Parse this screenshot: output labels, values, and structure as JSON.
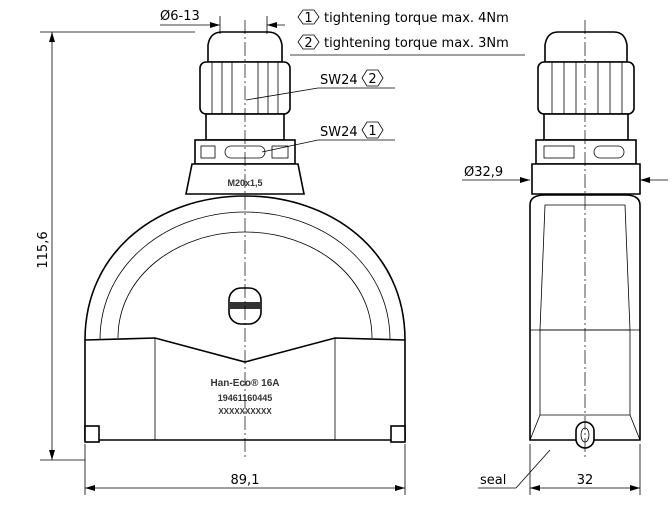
{
  "dimensions": {
    "cable_range": "Ø6-13",
    "height": "115,6",
    "width_front": "89,1",
    "diameter_side": "Ø32,9",
    "width_side": "32"
  },
  "notes": [
    {
      "marker": "1",
      "text": "tightening torque max. 4Nm"
    },
    {
      "marker": "2",
      "text": "tightening torque max. 3Nm"
    }
  ],
  "callouts": {
    "sw2": "SW24",
    "sw2_marker": "2",
    "sw1": "SW24",
    "sw1_marker": "1",
    "seal": "seal"
  },
  "product_label": {
    "thread": "M20x1,5",
    "name": "Han-Eco® 16A",
    "part_number": "19461160445",
    "serial": "XXXXXXXXXX"
  }
}
